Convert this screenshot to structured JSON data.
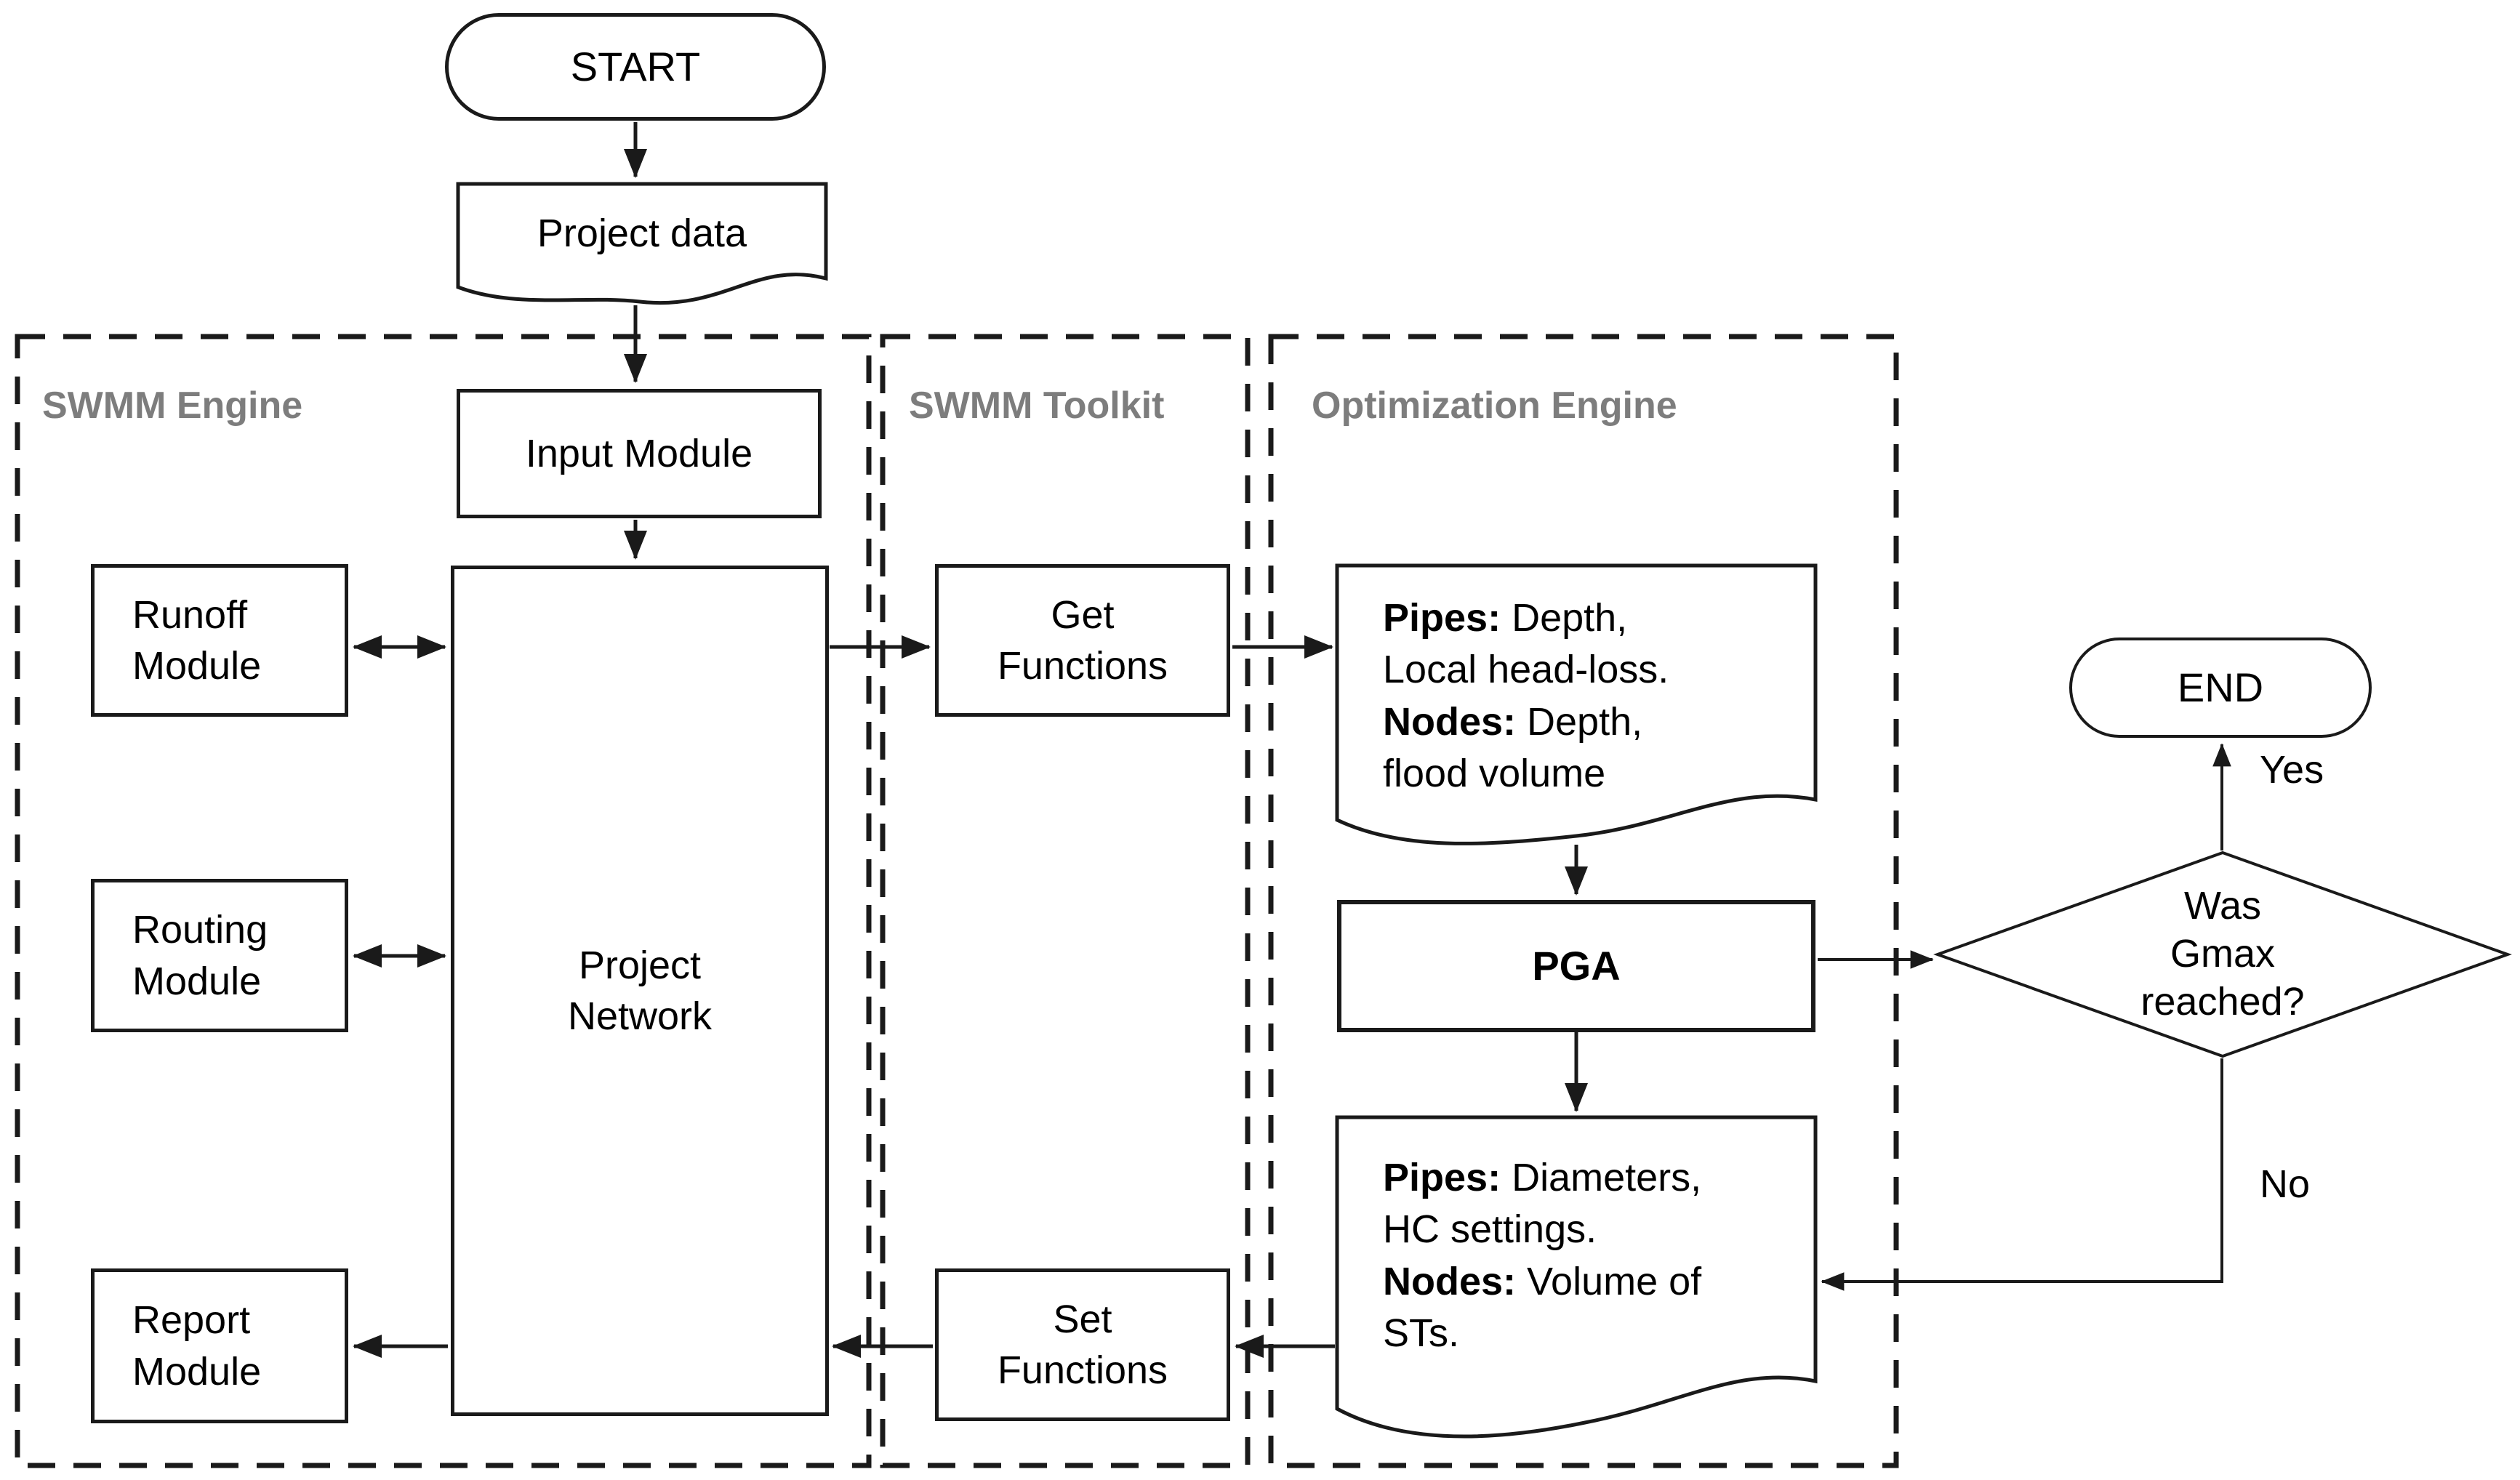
{
  "terminals": {
    "start": "START",
    "end": "END"
  },
  "io": {
    "project_data": "Project data"
  },
  "swmm_engine": {
    "title": "SWMM Engine",
    "input_module": "Input Module",
    "runoff_module": {
      "line1": "Runoff",
      "line2": "Module"
    },
    "routing_module": {
      "line1": "Routing",
      "line2": "Module"
    },
    "report_module": {
      "line1": "Report",
      "line2": "Module"
    },
    "project_network": {
      "line1": "Project",
      "line2": "Network"
    }
  },
  "swmm_toolkit": {
    "title": "SWMM Toolkit",
    "get_functions": {
      "line1": "Get",
      "line2": "Functions"
    },
    "set_functions": {
      "line1": "Set",
      "line2": "Functions"
    }
  },
  "optimization_engine": {
    "title": "Optimization Engine",
    "results_doc": {
      "lines": [
        {
          "bold": "Pipes:",
          "rest": " Depth,"
        },
        {
          "bold": "",
          "rest": "Local head-loss."
        },
        {
          "bold": "Nodes:",
          "rest": " Depth,"
        },
        {
          "bold": "",
          "rest": "flood volume"
        }
      ]
    },
    "pga": "PGA",
    "decisions_doc": {
      "lines": [
        {
          "bold": "Pipes:",
          "rest": " Diameters,"
        },
        {
          "bold": "",
          "rest": "HC settings."
        },
        {
          "bold": "Nodes:",
          "rest": " Volume of"
        },
        {
          "bold": "",
          "rest": "STs."
        }
      ]
    }
  },
  "decision": {
    "line1": "Was",
    "line2": "Gmax",
    "line3": "reached?",
    "yes_label": "Yes",
    "no_label": "No"
  },
  "colors": {
    "line": "#1a1a1a",
    "section_label": "#7d7d7d",
    "background": "#ffffff",
    "text": "#000000"
  }
}
